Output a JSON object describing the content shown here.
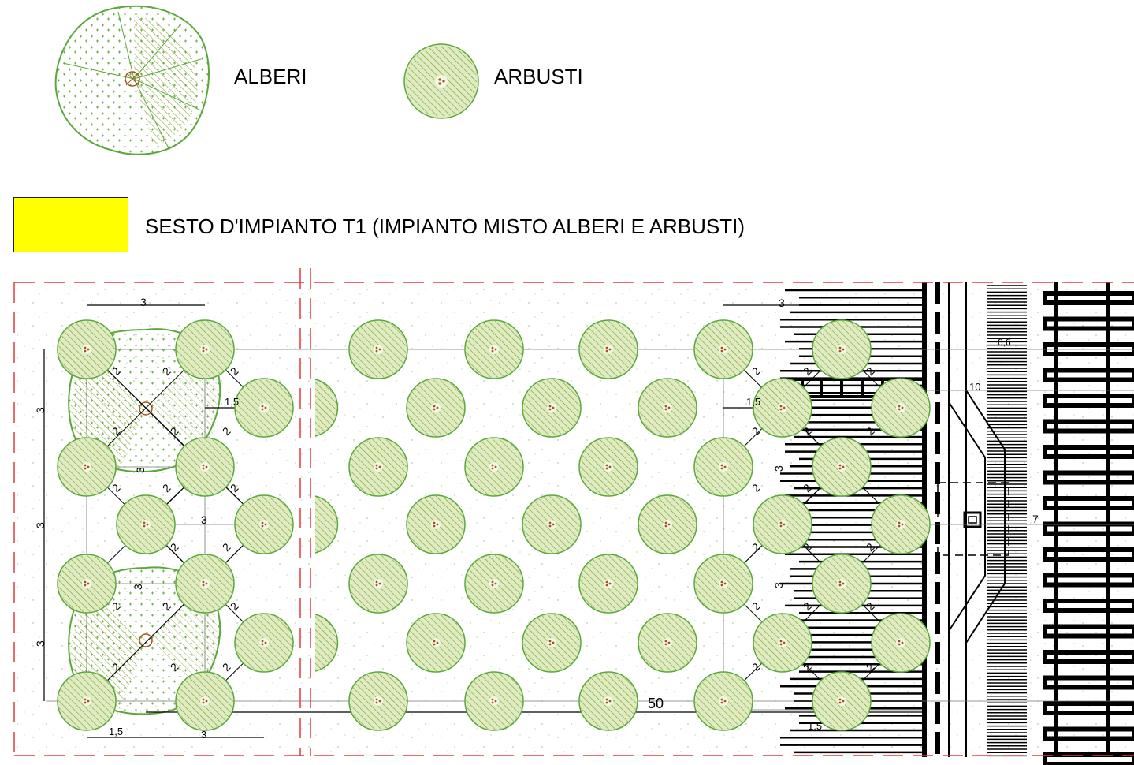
{
  "legend": {
    "trees_label": "ALBERI",
    "shrubs_label": "ARBUSTI",
    "layout_label": "SESTO D'IMPIANTO T1 (IMPIANTO MISTO ALBERI E ARBUSTI)",
    "layout_swatch_color": "#ffff00"
  },
  "dimensions": {
    "top_left_width": "3",
    "top_right_width": "3",
    "left_height_1": "3",
    "left_height_2": "3",
    "left_height_3": "3",
    "diag": "2",
    "offset_left": "1,5",
    "offset_right": "1,5",
    "mid_width": "3",
    "vert_center_1": "3",
    "vert_center_2": "3",
    "vert_right_1": "3",
    "vert_right_2": "3",
    "bottom_left_offset": "1,5",
    "bottom_left_width": "3",
    "bottom_right_offset": "1,5",
    "total_length": "50",
    "road_width_1": "6,6",
    "road_width_2": "10",
    "road_width_3": "7"
  },
  "colors": {
    "tree_stroke": "#5aa83a",
    "shrub_fill": "#dfecc3",
    "hatch": "#7a9a22",
    "center_mark": "#a4551e",
    "boundary_dash": "#e23a3a",
    "road_lines": "#000000"
  }
}
